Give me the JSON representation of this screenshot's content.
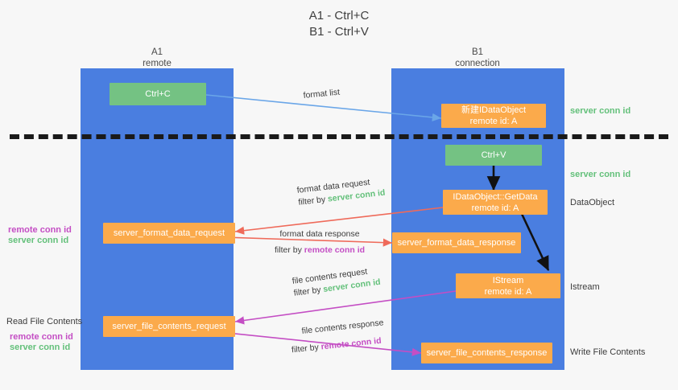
{
  "title": {
    "line1": "A1 - Ctrl+C",
    "line2": "B1 - Ctrl+V"
  },
  "lanes": [
    {
      "name": "A1",
      "sub": "remote"
    },
    {
      "name": "B1",
      "sub": "connection"
    }
  ],
  "nodes": {
    "ctrl_c": {
      "label": "Ctrl+C"
    },
    "idataobject_new": {
      "line1": "新建IDataObject",
      "line2": "remote id: A"
    },
    "ctrl_v": {
      "label": "Ctrl+V"
    },
    "getdata": {
      "line1": "IDataObject::GetData",
      "line2": "remote id: A"
    },
    "istream": {
      "line1": "IStream",
      "line2": "remote id: A"
    },
    "fmt_req": {
      "label": "server_format_data_request"
    },
    "fmt_resp": {
      "label": "server_format_data_response"
    },
    "file_req": {
      "label": "server_file_contents_request"
    },
    "file_resp": {
      "label": "server_file_contents_response"
    }
  },
  "side_labels": {
    "server_conn_top": "server conn id",
    "server_conn_mid": "server conn id",
    "dataobject": "DataObject",
    "istream": "Istream",
    "write_file_contents": "Write File Contents",
    "read_file_contents": "Read File Contents",
    "remote_conn_id": "remote conn id",
    "server_conn_id": "server conn id"
  },
  "edges": {
    "format_list": {
      "text": "format list"
    },
    "fmt_data_req": {
      "l1": "format data request",
      "l2_prefix": "filter by ",
      "l2_key": "server conn id"
    },
    "fmt_data_resp": {
      "l1": "format data response",
      "l2_prefix": "filter by ",
      "l2_key": "remote conn id"
    },
    "file_contents_req": {
      "l1": "file contents request",
      "l2_prefix": "filter by ",
      "l2_key": "server conn id"
    },
    "file_contents_resp": {
      "l1": "file contents response",
      "l2_prefix": "filter by ",
      "l2_key": "remote conn id"
    }
  },
  "colors": {
    "lane": "#4a7ee0",
    "green_node": "#74c283",
    "orange_node": "#fbaa4b",
    "green_text": "#63c07a",
    "magenta_text": "#c44ec4",
    "blue_arrow": "#6aa6e8",
    "red_arrow": "#ef6a5a",
    "magenta_arrow": "#c44ec4",
    "dark_arrow": "#111111"
  }
}
